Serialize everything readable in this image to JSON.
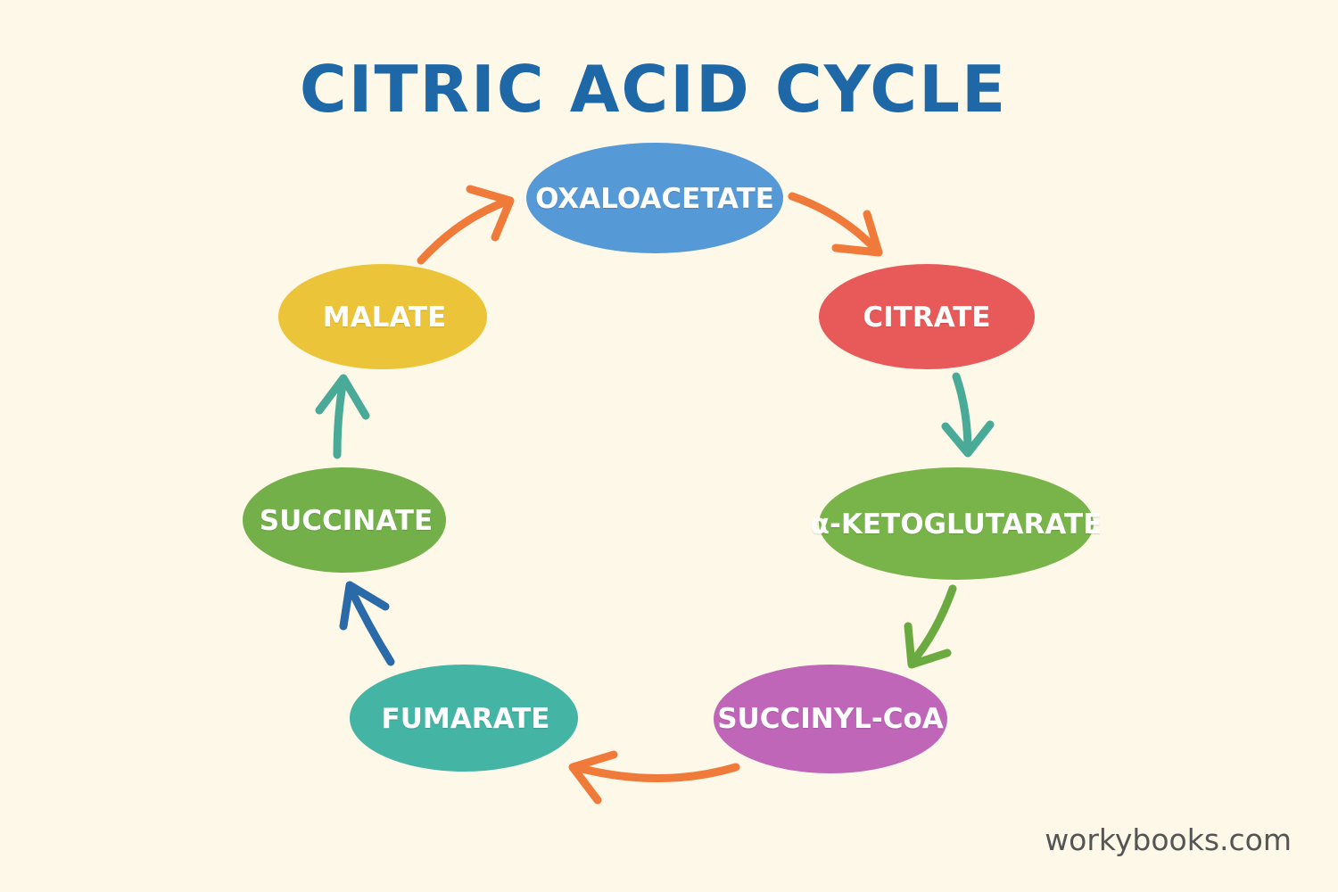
{
  "title": "CITRIC ACID CYCLE",
  "nodes": [
    {
      "id": "oxaloacetate",
      "label": "OXALOACETATE",
      "color": "#5599d6"
    },
    {
      "id": "citrate",
      "label": "CITRATE",
      "color": "#e85a5a"
    },
    {
      "id": "alpha-ketoglutarate",
      "label": "α-KETOGLUTARATE",
      "color": "#79b44a"
    },
    {
      "id": "succinyl-coa",
      "label": "SUCCINYL-CoA",
      "color": "#c066b8"
    },
    {
      "id": "fumarate",
      "label": "FUMARATE",
      "color": "#44b5a5"
    },
    {
      "id": "succinate",
      "label": "SUCCINATE",
      "color": "#73b04a"
    },
    {
      "id": "malate",
      "label": "MALATE",
      "color": "#ecc43a"
    }
  ],
  "arrows": [
    {
      "from": "malate",
      "to": "oxaloacetate",
      "color": "#f07a3a"
    },
    {
      "from": "oxaloacetate",
      "to": "citrate",
      "color": "#f07a3a"
    },
    {
      "from": "citrate",
      "to": "alpha-ketoglutarate",
      "color": "#4aaa98"
    },
    {
      "from": "alpha-ketoglutarate",
      "to": "succinyl-coa",
      "color": "#6aaa40"
    },
    {
      "from": "succinyl-coa",
      "to": "fumarate",
      "color": "#f07a3a"
    },
    {
      "from": "fumarate",
      "to": "succinate",
      "color": "#2a6aa8"
    },
    {
      "from": "succinate",
      "to": "malate",
      "color": "#4aaa98"
    }
  ],
  "watermark": "workybooks.com"
}
